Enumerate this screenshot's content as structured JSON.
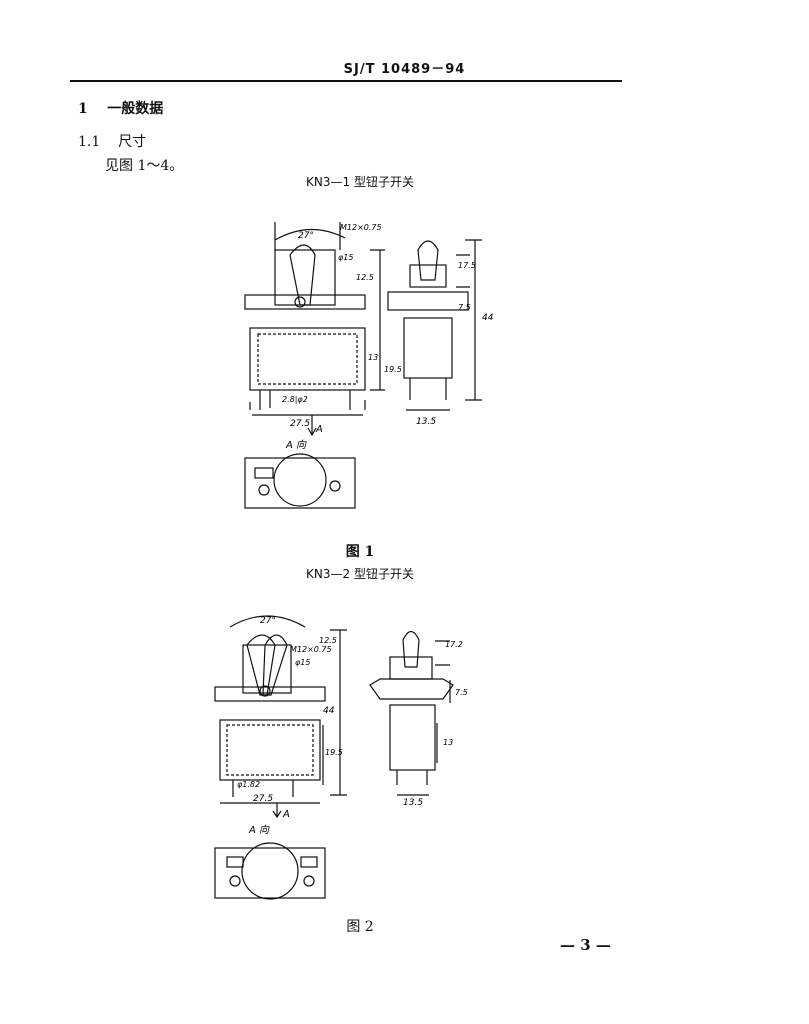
{
  "header": {
    "standard_no": "SJ/T 10489－94"
  },
  "section1": {
    "number": "1",
    "title": "一般数据"
  },
  "section11": {
    "number": "1.1",
    "title": "尺寸"
  },
  "body": {
    "text": "见图 1～4。"
  },
  "figure1": {
    "title": "KN3—1 型钮子开关",
    "caption": "图 1",
    "dims": {
      "angle": "27°",
      "thread": "M12×0.75",
      "dia": "φ15",
      "d125": "12.5",
      "d175": "17.5",
      "d75": "7.5",
      "d44": "44",
      "d13": "13",
      "d195": "19.5",
      "pin": "2.8|φ2",
      "w275": "27.5",
      "w135": "13.5"
    },
    "labels": {
      "arrow": "A",
      "view": "A 向"
    }
  },
  "figure2": {
    "title": "KN3—2 型钮子开关",
    "caption": "图 2",
    "dims": {
      "angle": "27°",
      "thread": "M12×0.75",
      "dia": "φ15",
      "d125": "12.5",
      "d172": "17.2",
      "d75": "7.5",
      "d44": "44",
      "d13": "13",
      "d195": "19.5",
      "pin": "φ1.82",
      "w275": "27.5",
      "w135": "13.5"
    },
    "labels": {
      "arrow": "A",
      "view": "A 向"
    }
  },
  "footer": {
    "page": "— 3 —"
  }
}
